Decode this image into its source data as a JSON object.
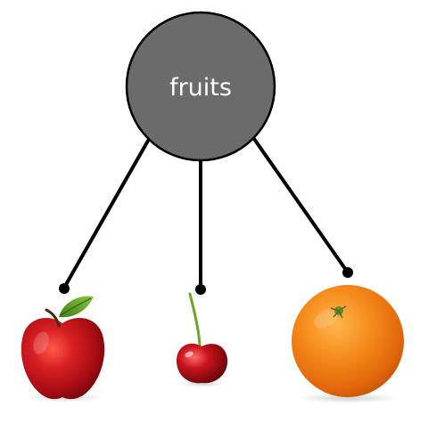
{
  "diagram": {
    "hub": {
      "label": "fruits",
      "fill_color": "#6b6b6b",
      "stroke_color": "#000000"
    },
    "connector_color": "#000000",
    "children": [
      {
        "name": "apple",
        "color": "#c8141b"
      },
      {
        "name": "cherry",
        "color": "#b5121b"
      },
      {
        "name": "orange",
        "color": "#f07a12"
      }
    ]
  }
}
